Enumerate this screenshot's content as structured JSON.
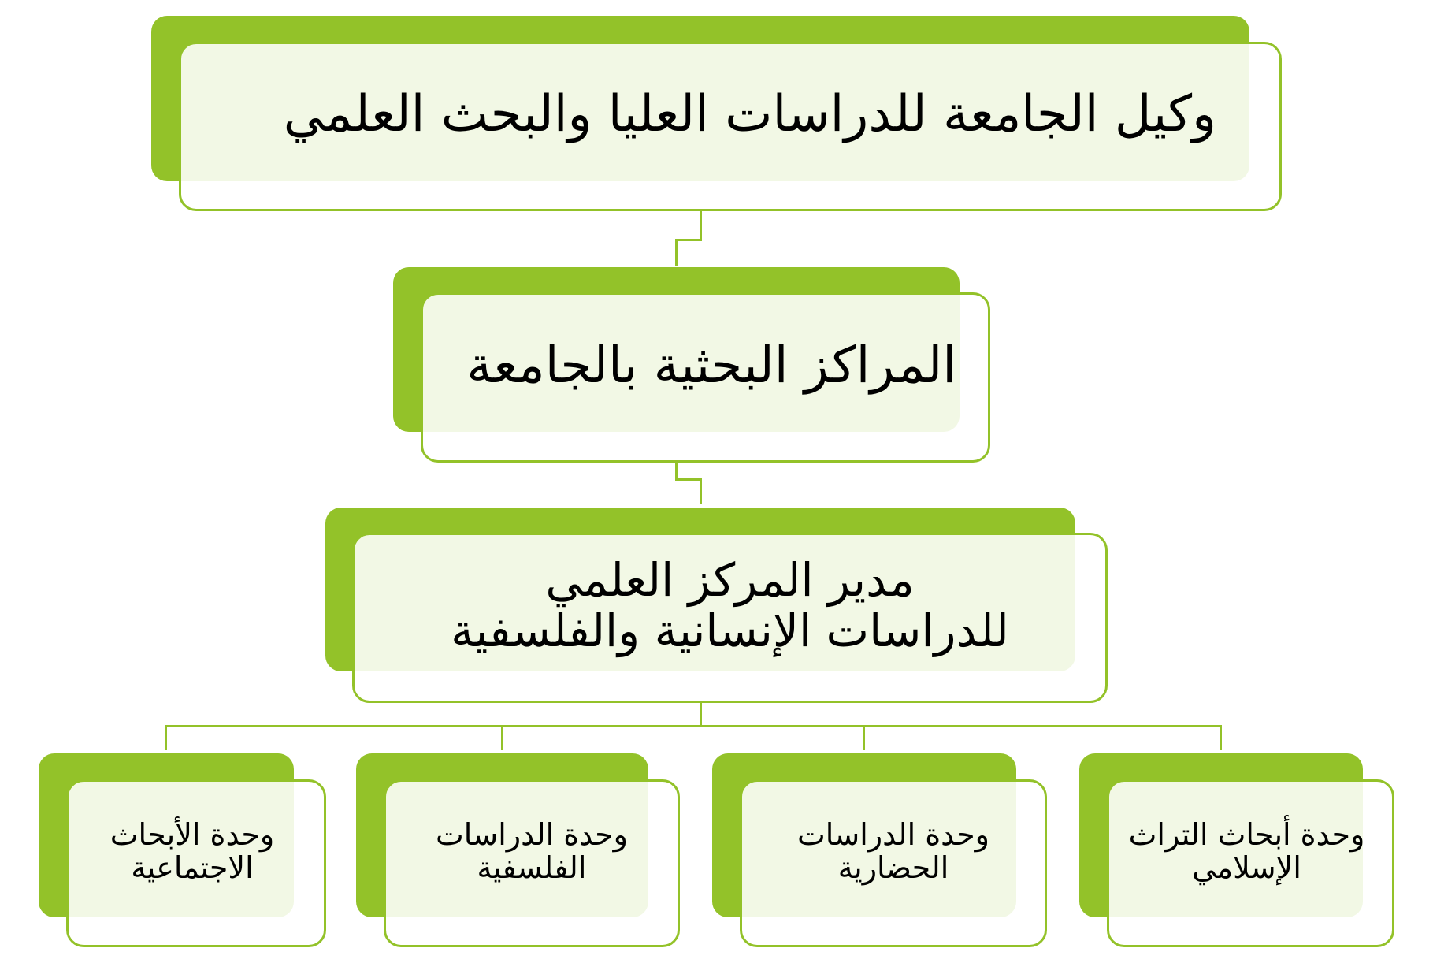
{
  "nodes": {
    "vice_president": "وكيل الجامعة للدراسات العليا والبحث العلمي",
    "research_centers": "المراكز البحثية بالجامعة",
    "center_director": "مدير المركز العلمي للدراسات الإنسانية والفلسفية",
    "units": [
      "وحدة أبحاث التراث الإسلامي",
      "وحدة الدراسات الحضارية",
      "وحدة الدراسات الفلسفية",
      "وحدة الأبحاث الاجتماعية"
    ]
  },
  "colors": {
    "accent": "#93c229",
    "fill": "#f3f7ea"
  }
}
